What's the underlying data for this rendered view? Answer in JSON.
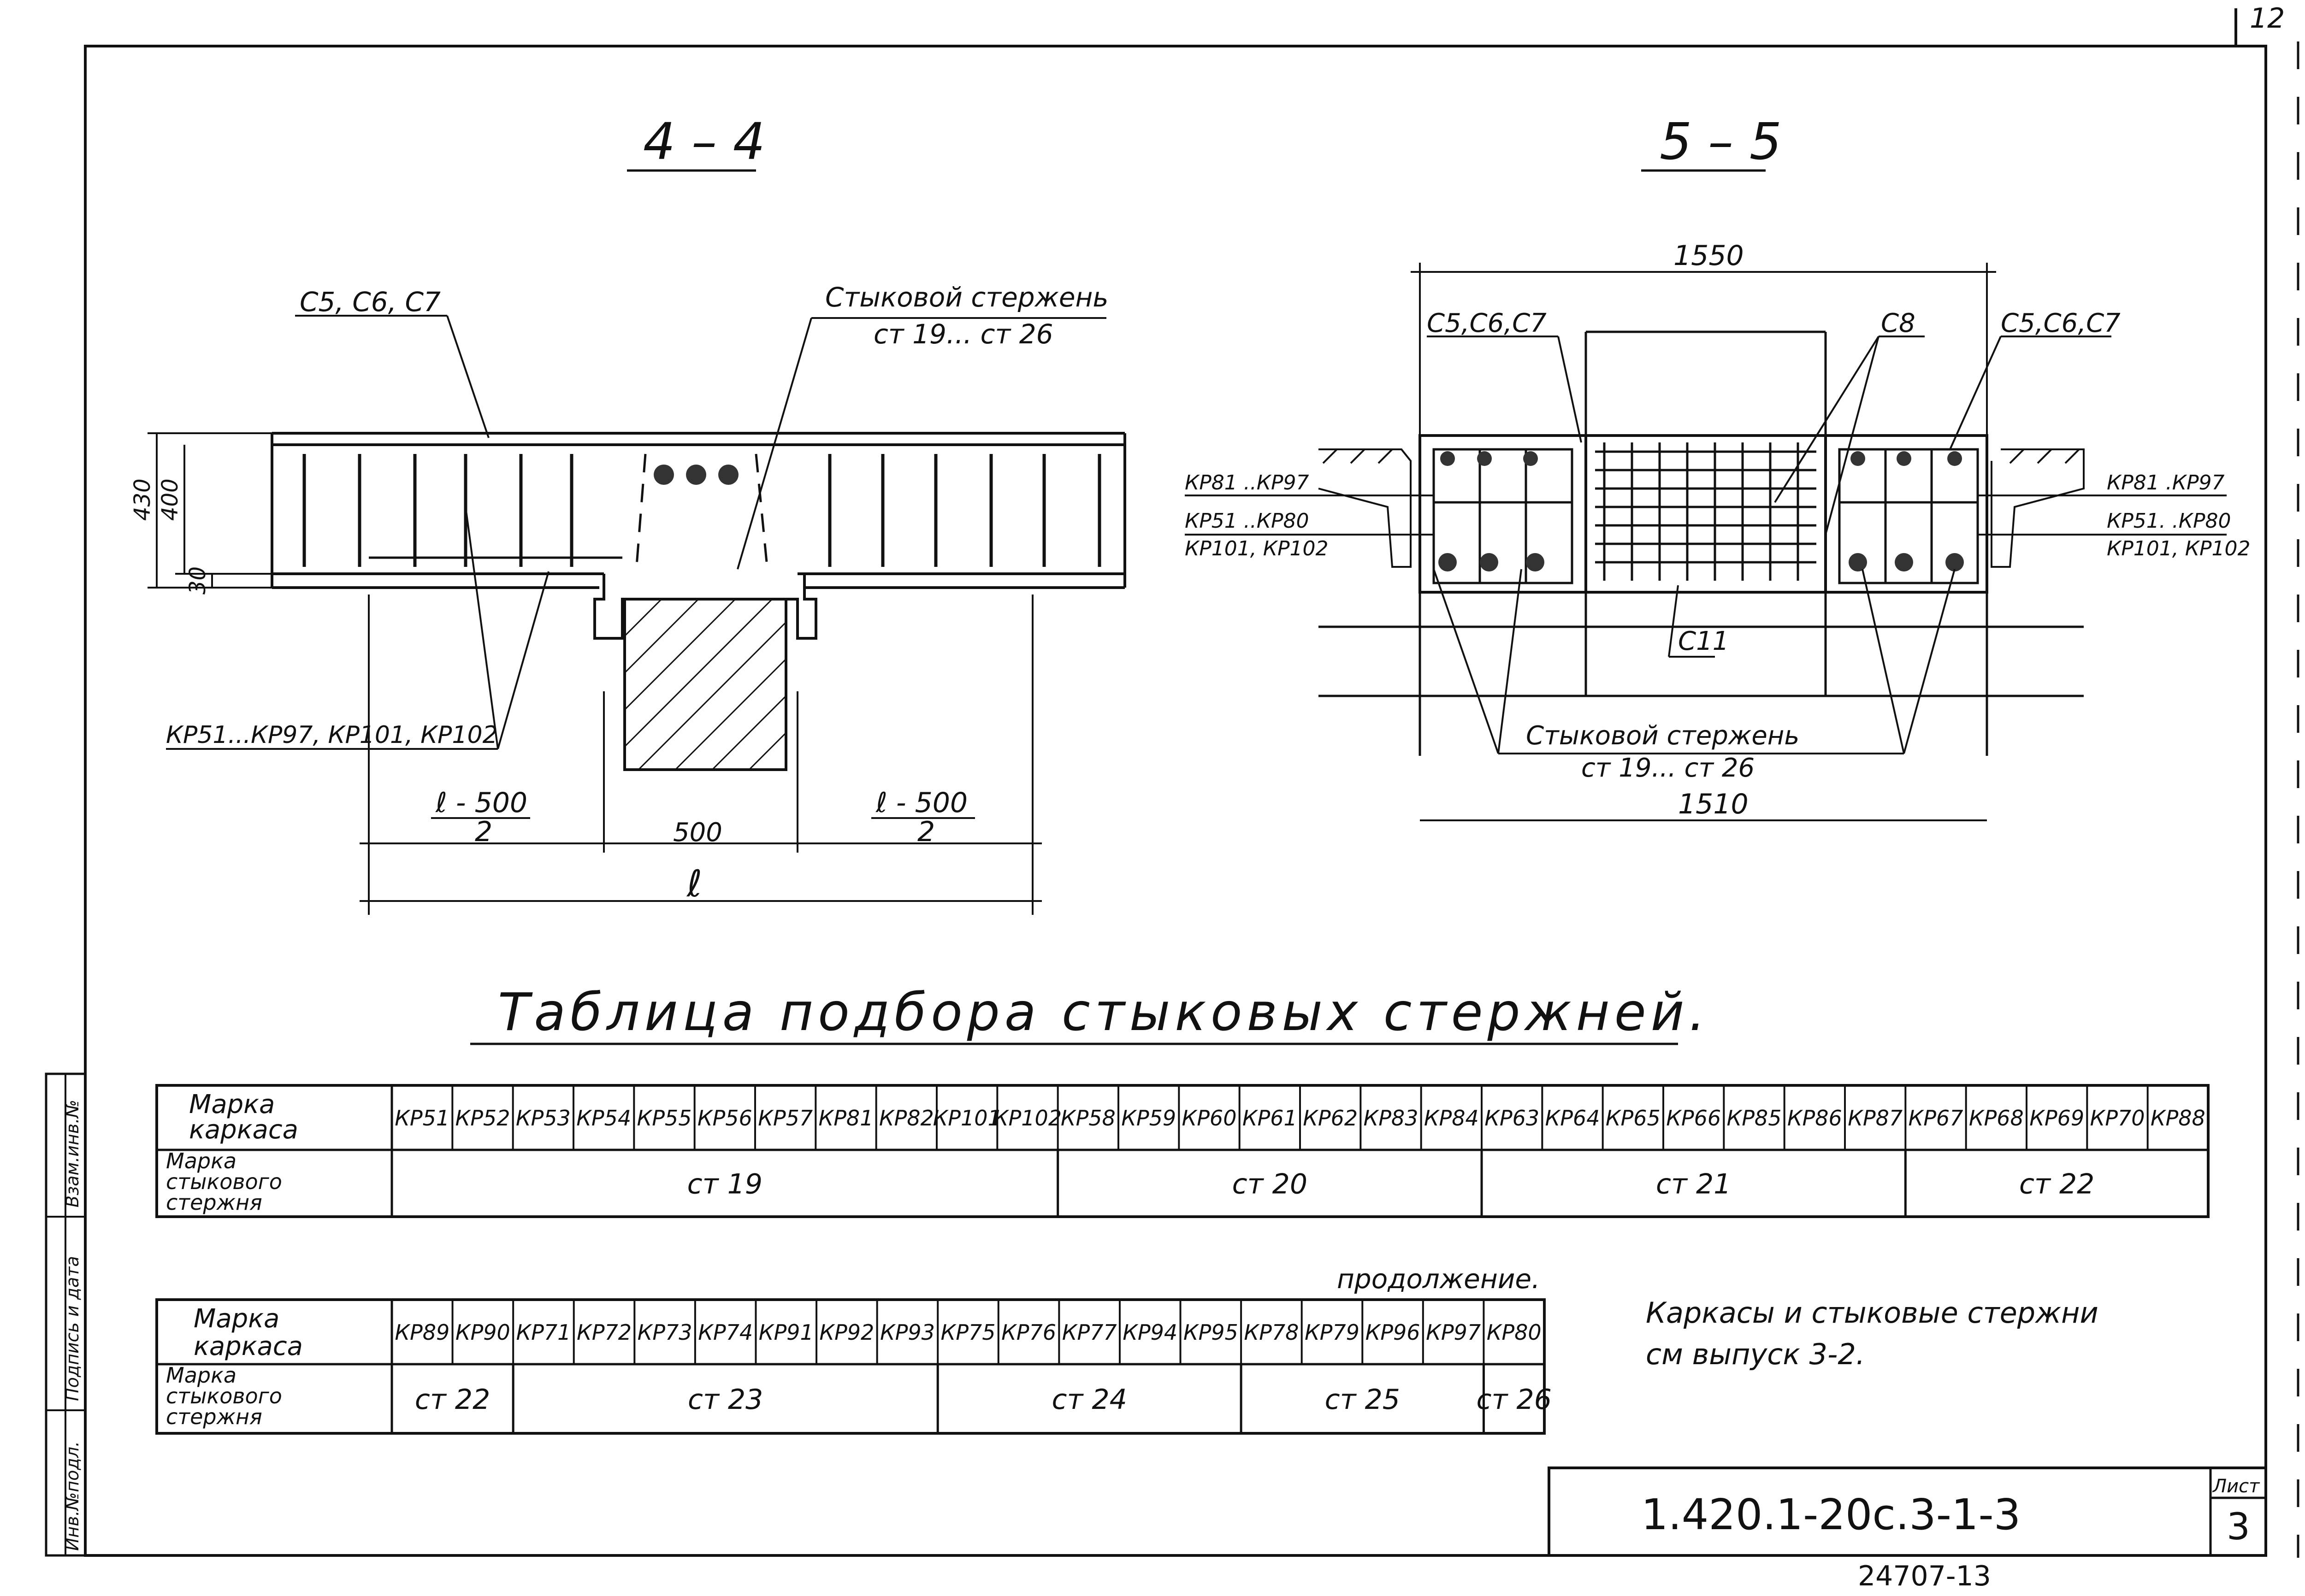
{
  "sheet": {
    "corner_number": "12",
    "doc_code": "1.420.1-20с.3-1-3",
    "sheet_label": "Лист",
    "sheet_number": "3",
    "bottom_number": "24707-13",
    "side_labels": [
      "Взам.инв.№",
      "Подпись и дата",
      "Инв.№подл."
    ]
  },
  "section44": {
    "title": "4 – 4",
    "label_c": "С5, С6, С7",
    "label_joint_1": "Стыковой стержень",
    "label_joint_2": "ст 19... ст 26",
    "label_kr": "КР51...КР97, КР101, КР102",
    "dim_430": "430",
    "dim_400": "400",
    "dim_30": "30",
    "dim_l500_top": "ℓ - 500",
    "dim_l500_bot": "2",
    "dim_500": "500",
    "dim_l": "ℓ"
  },
  "section55": {
    "title": "5 – 5",
    "dim_1550": "1550",
    "dim_1510": "1510",
    "label_c_left": "С5,С6,С7",
    "label_c_right": "С5,С6,С7",
    "label_c8": "С8",
    "label_c11": "С11",
    "left_labels": [
      "КР81 ..КР97",
      "КР51 ..КР80",
      "КР101, КР102"
    ],
    "right_labels": [
      "КР81 .КР97",
      "КР51. .КР80",
      "КР101, КР102"
    ],
    "joint_1": "Стыковой стержень",
    "joint_2": "ст 19... ст 26"
  },
  "table1": {
    "title": "Таблица подбора стыковых стержней.",
    "row1_header": "Марка каркаса",
    "row2_header": "Марка стыкового стержня",
    "frames": [
      "КР51",
      "КР52",
      "КР53",
      "КР54",
      "КР55",
      "КР56",
      "КР57",
      "КР81",
      "КР82",
      "КР101",
      "КР102",
      "КР58",
      "КР59",
      "КР60",
      "КР61",
      "КР62",
      "КР83",
      "КР84",
      "КР63",
      "КР64",
      "КР65",
      "КР66",
      "КР85",
      "КР86",
      "КР87",
      "КР67",
      "КР68",
      "КР69",
      "КР70",
      "КР88"
    ],
    "groups": [
      {
        "label": "ст 19",
        "span": 11
      },
      {
        "label": "ст 20",
        "span": 7
      },
      {
        "label": "ст 21",
        "span": 7
      },
      {
        "label": "ст 22",
        "span": 5
      }
    ]
  },
  "table2": {
    "continuation": "продолжение.",
    "row1_header": "Марка каркаса",
    "row2_header": "Марка стыкового стержня",
    "frames": [
      "КР89",
      "КР90",
      "КР71",
      "КР72",
      "КР73",
      "КР74",
      "КР91",
      "КР92",
      "КР93",
      "КР75",
      "КР76",
      "КР77",
      "КР94",
      "КР95",
      "КР78",
      "КР79",
      "КР96",
      "КР97",
      "КР80"
    ],
    "groups": [
      {
        "label": "ст 22",
        "span": 2
      },
      {
        "label": "ст 23",
        "span": 7
      },
      {
        "label": "ст 24",
        "span": 5
      },
      {
        "label": "ст 25",
        "span": 4
      },
      {
        "label": "ст 26",
        "span": 1
      }
    ]
  },
  "note": {
    "line1": "Каркасы и стыковые стержни",
    "line2": "см выпуск 3-2."
  }
}
